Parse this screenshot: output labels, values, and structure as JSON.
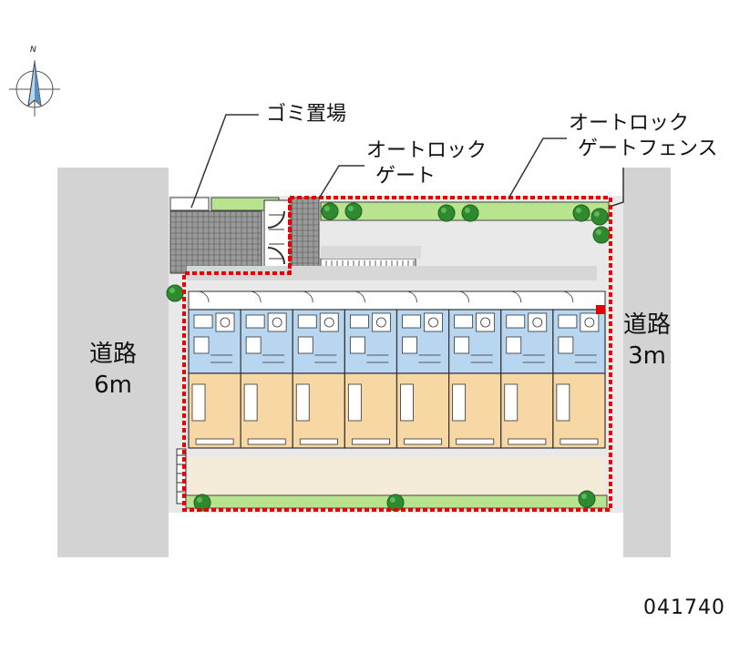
{
  "compass": {
    "label": "N"
  },
  "roads": {
    "west": {
      "name": "道路",
      "width": "6m"
    },
    "east": {
      "name": "道路",
      "width": "3m"
    }
  },
  "callouts": {
    "garbage": "ゴミ置場",
    "gate_line1": "オートロック",
    "gate_line2": "ゲート",
    "fence_line1": "オートロック",
    "fence_line2": "ゲートフェンス"
  },
  "unit_count": 8,
  "property_code": "041740",
  "colors": {
    "road": "#d3d3d3",
    "site": "#e9e9e9",
    "unit_wet_area": "#b8d6ef",
    "unit_room": "#f7d7a3",
    "fence": "#e60000",
    "planting": "#b9e48f",
    "tree": "#2f8a2f"
  }
}
